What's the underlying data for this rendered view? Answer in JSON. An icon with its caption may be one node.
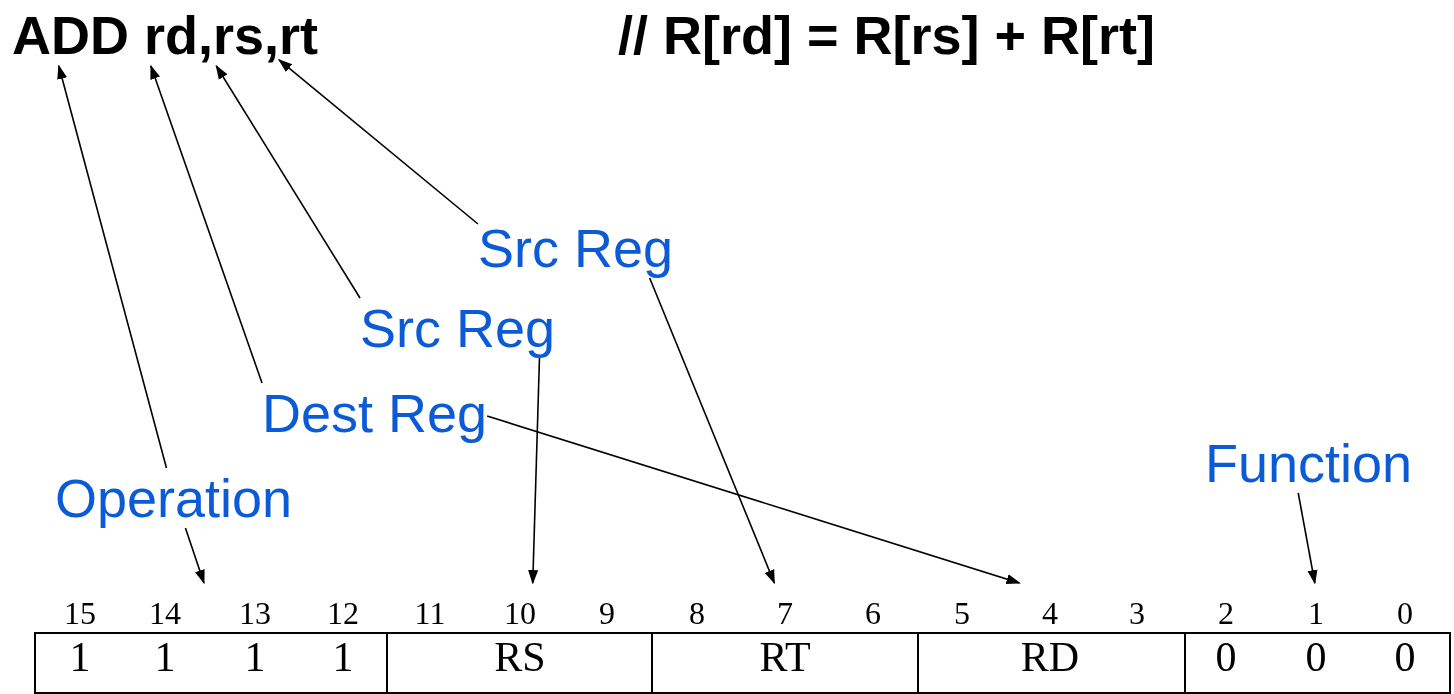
{
  "diagram": {
    "nodes": [
      {
        "text": [
          "ADD"
        ]
      },
      {
        "text": [
          "rd,"
        ]
      },
      {
        "text": [
          "rs,"
        ]
      },
      {
        "text": [
          "rt"
        ]
      },
      {
        "text": [
          "Src Reg"
        ]
      },
      {
        "text": [
          "Src Reg"
        ]
      },
      {
        "text": [
          "Dest Reg"
        ]
      },
      {
        "text": [
          "Function"
        ]
      },
      {
        "text": [
          "Operation"
        ]
      },
      {
        "text": [
          "1",
          "1",
          "1",
          "1"
        ]
      },
      {
        "text": [
          "RS"
        ]
      },
      {
        "text": [
          "RT"
        ]
      },
      {
        "text": [
          "RD"
        ]
      },
      {
        "text": [
          "0",
          "0",
          "0"
        ]
      }
    ],
    "edges": [
      {
        "from": 8,
        "to": 0,
        "arrow": "to"
      },
      {
        "from": 8,
        "to": 9,
        "arrow": "to"
      },
      {
        "from": 6,
        "to": 1,
        "arrow": "to"
      },
      {
        "from": 6,
        "to": 12,
        "arrow": "to"
      },
      {
        "from": 5,
        "to": 2,
        "arrow": "to"
      },
      {
        "from": 5,
        "to": 10,
        "arrow": "to"
      },
      {
        "from": 4,
        "to": 3,
        "arrow": "to"
      },
      {
        "from": 4,
        "to": 11,
        "arrow": "to"
      },
      {
        "from": 7,
        "to": 13,
        "arrow": "to"
      }
    ],
    "labels": [
      "// R[rd] = R[rs] + R[rt]",
      "15",
      "14",
      "13",
      "12",
      "11",
      "10",
      "9",
      "8",
      "7",
      "6",
      "5",
      "4",
      "3",
      "2",
      "1",
      "0"
    ]
  }
}
